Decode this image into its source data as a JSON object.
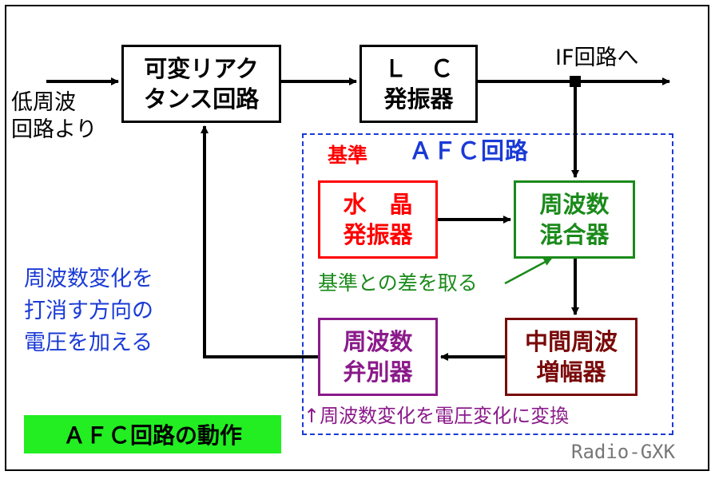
{
  "blocks": {
    "varactor": [
      "可変リアク",
      "タンス回路"
    ],
    "lc_oscillator": [
      "Ｌ　Ｃ",
      "発振器"
    ],
    "crystal_oscillator": [
      "水　晶",
      "発振器"
    ],
    "mixer": [
      "周波数",
      "混合器"
    ],
    "if_amplifier": [
      "中間周波",
      "増幅器"
    ],
    "discriminator": [
      "周波数",
      "弁別器"
    ]
  },
  "labels": {
    "input": [
      "低周波",
      "回路より"
    ],
    "output": "IF回路へ",
    "afc_title": "ＡＦＣ回路",
    "reference": "基準",
    "difference": "基準との差を取る",
    "conversion": "↑周波数変化を電圧変化に変換",
    "cancel": [
      "周波数変化を",
      "打消す方向の",
      "電圧を加える"
    ]
  },
  "legend": "ＡＦＣ回路の動作",
  "credit": "Radio-GXK",
  "colors": {
    "afc_region": "#1a3ad6",
    "crystal": "#ff0000",
    "mixer": "#1a8a1a",
    "if_amplifier": "#7a0a0a",
    "discriminator": "#8a1a8a",
    "legend_bg": "#22ee22"
  }
}
